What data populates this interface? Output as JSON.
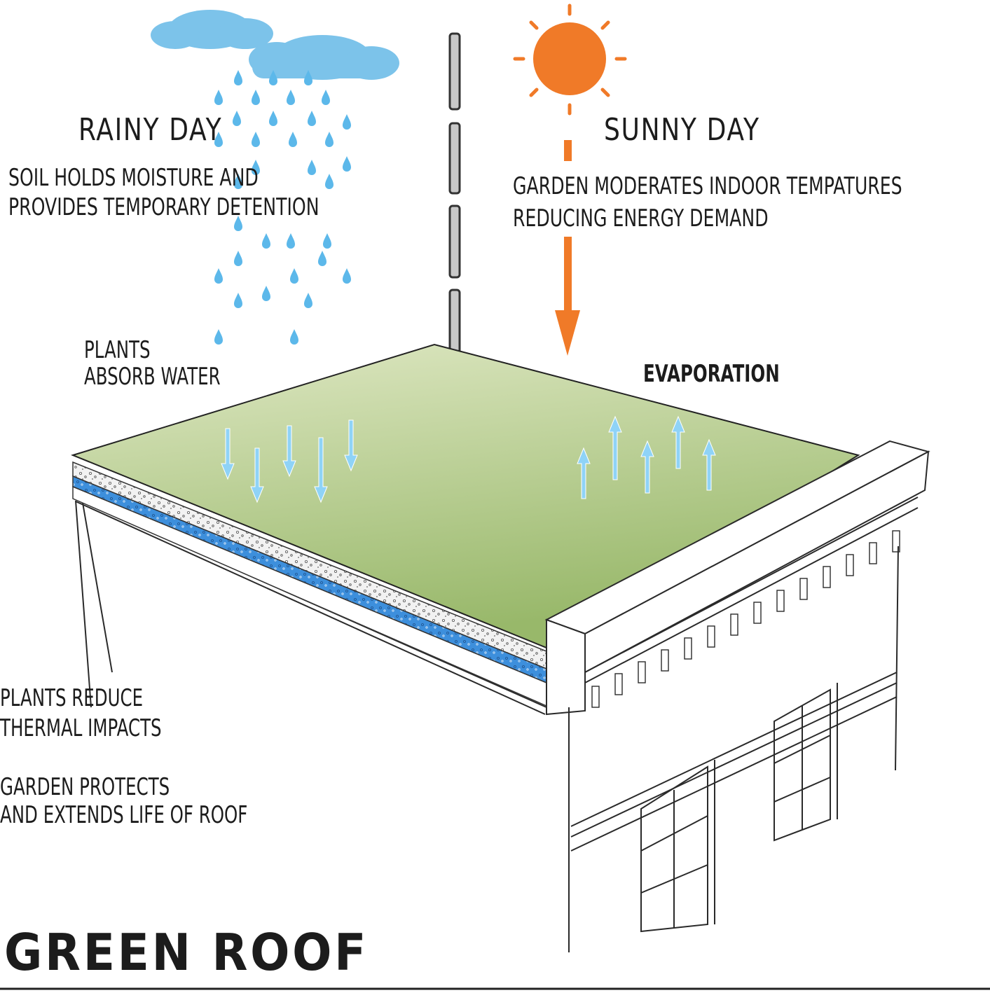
{
  "rainy": {
    "heading": "RAINY DAY",
    "line1": "SOIL HOLDS MOISTURE AND",
    "line2": "PROVIDES TEMPORARY DETENTION"
  },
  "sunny": {
    "heading": "SUNNY DAY",
    "line1": "GARDEN MODERATES INDOOR TEMPATURES",
    "line2": "REDUCING ENERGY DEMAND"
  },
  "labels": {
    "plants_absorb_line1": "PLANTS",
    "plants_absorb_line2": "ABSORB WATER",
    "evaporation": "EVAPORATION",
    "thermal_line1": "PLANTS REDUCE",
    "thermal_line2": "THERMAL IMPACTS",
    "protect_line1": "GARDEN PROTECTS",
    "protect_line2": "AND EXTENDS LIFE OF ROOF"
  },
  "title": "GREEN ROOF",
  "colors": {
    "cloud": "#7cc3ea",
    "rain": "#5cb8ea",
    "sun": "#f07a28",
    "roof_green_light": "#dfe8c4",
    "roof_green_dark": "#98b86a",
    "drainage_blue": "#3d8fdc",
    "water_arrow": "#8fd3f7",
    "divider": "#c8c8c8",
    "ink": "#1c1c1c"
  }
}
